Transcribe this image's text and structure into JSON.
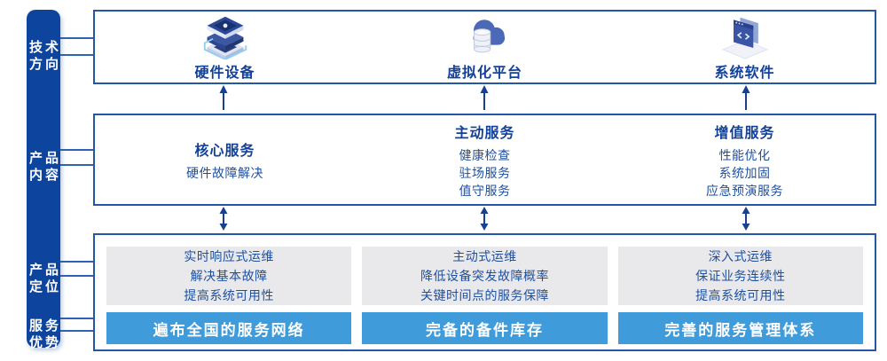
{
  "colors": {
    "sidebar_blue": "#0d449e",
    "box_border_blue": "#2457a8",
    "title_blue": "#11419a",
    "body_text_blue": "#1e50a0",
    "banner_blue": "#3f9bd9",
    "panel_gray": "#e9e9eb",
    "arrow_navy": "#17418f",
    "connector_blue": "#2f62b1"
  },
  "sidebar": {
    "items": [
      {
        "line1": "技术",
        "line2": "方向"
      },
      {
        "line1": "产品",
        "line2": "内容"
      },
      {
        "line1": "产品",
        "line2": "定位"
      },
      {
        "line1": "服务",
        "line2": "优势"
      }
    ]
  },
  "tech_row": {
    "items": [
      {
        "icon": "server-stack-icon",
        "label": "硬件设备"
      },
      {
        "icon": "cloud-database-icon",
        "label": "虚拟化平台"
      },
      {
        "icon": "software-window-icon",
        "label": "系统软件"
      }
    ]
  },
  "content_row": {
    "columns": [
      {
        "title": "核心服务",
        "item1": "硬件故障解决",
        "item2": "",
        "item3": ""
      },
      {
        "title": "主动服务",
        "item1": "健康检查",
        "item2": "驻场服务",
        "item3": "值守服务"
      },
      {
        "title": "增值服务",
        "item1": "性能优化",
        "item2": "系统加固",
        "item3": "应急预演服务"
      }
    ]
  },
  "positioning_row": {
    "columns": [
      {
        "line1": "实时响应式运维",
        "line2": "解决基本故障",
        "line3": "提高系统可用性",
        "banner": "遍布全国的服务网络"
      },
      {
        "line1": "主动式运维",
        "line2": "降低设备突发故障概率",
        "line3": "关键时间点的服务保障",
        "banner": "完备的备件库存"
      },
      {
        "line1": "深入式运维",
        "line2": "保证业务连续性",
        "line3": "提高系统可用性",
        "banner": "完善的服务管理体系"
      }
    ]
  }
}
